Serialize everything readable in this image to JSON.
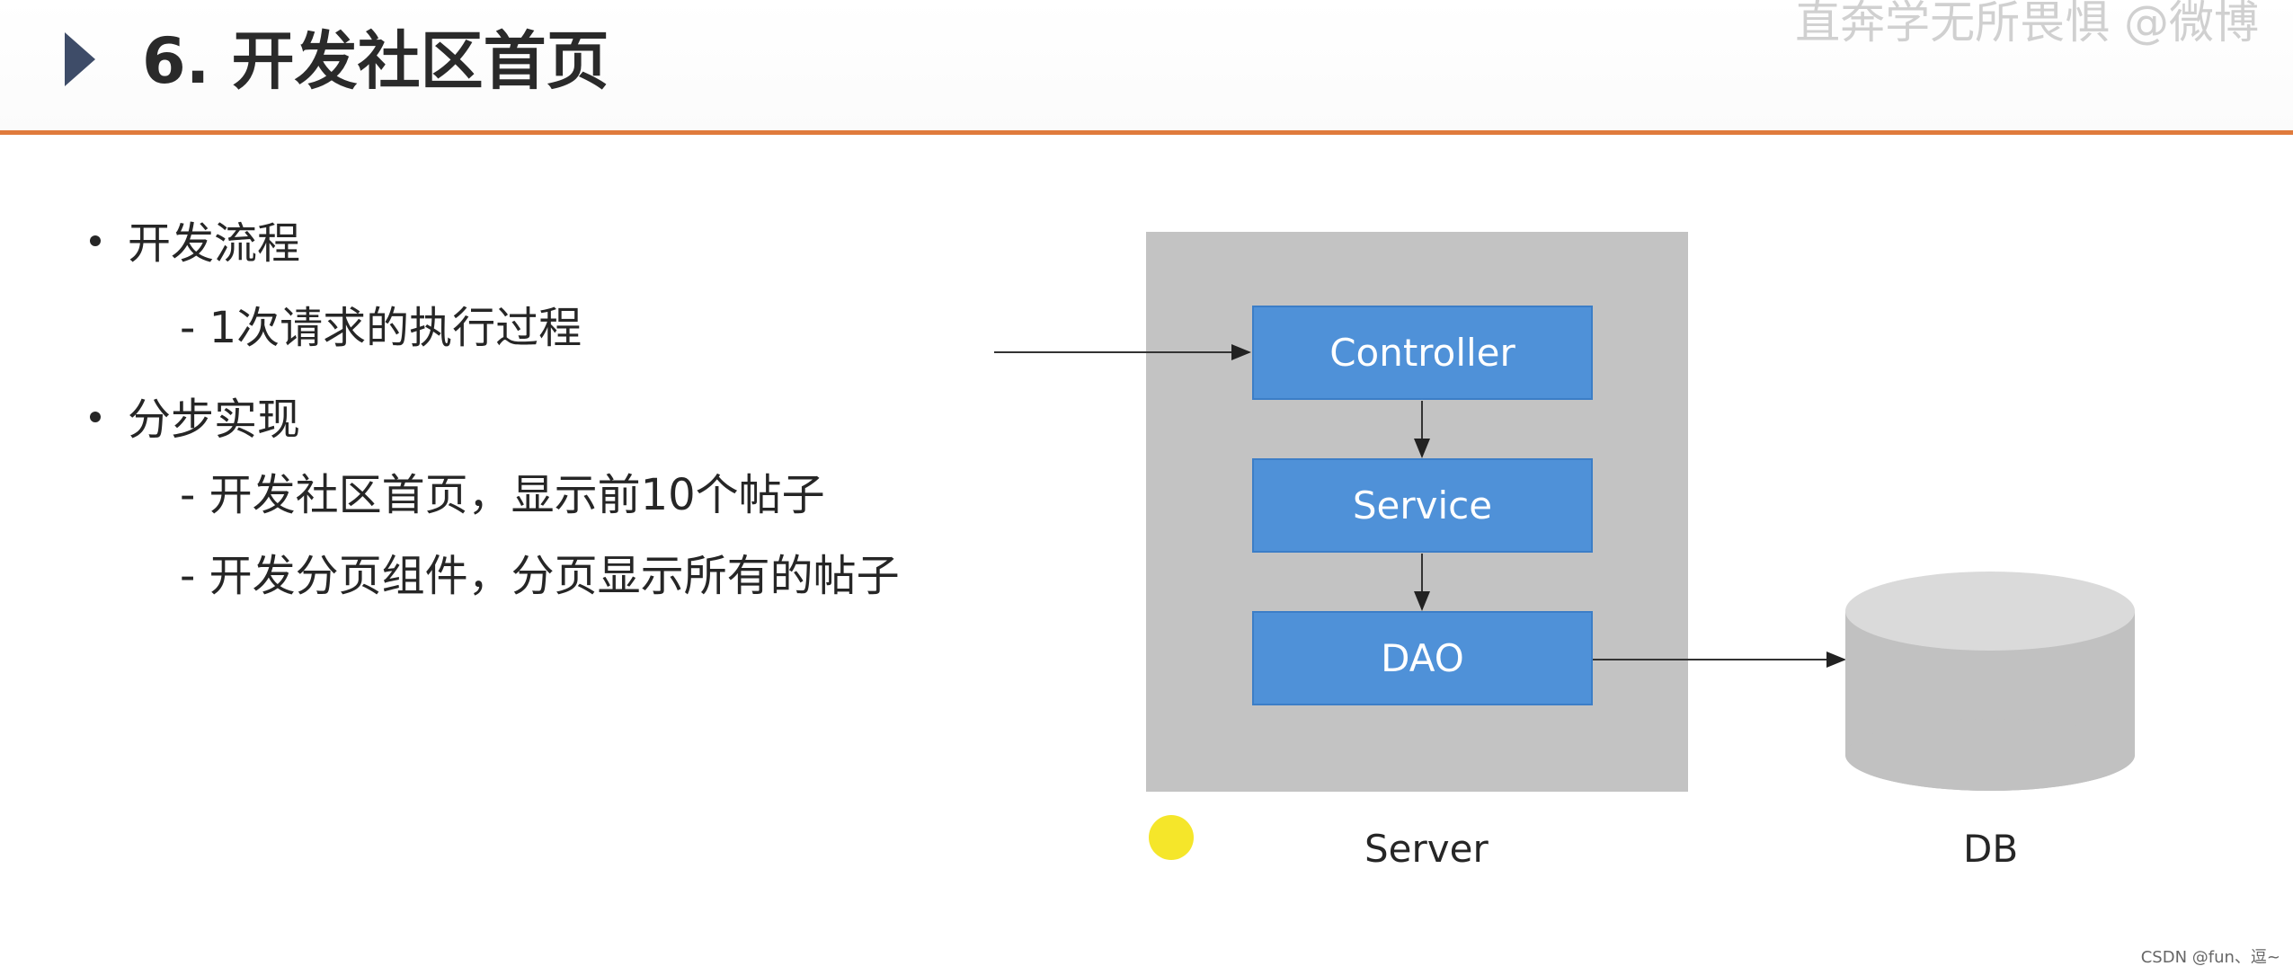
{
  "header": {
    "title": "6. 开发社区首页",
    "watermark": "直奔学无所畏惧 @微博"
  },
  "content": {
    "bullets": [
      {
        "label": "开发流程",
        "children": [
          "- 1次请求的执行过程"
        ]
      },
      {
        "label": "分步实现",
        "children": [
          "- 开发社区首页，显示前10个帖子",
          "- 开发分页组件，分页显示所有的帖子"
        ]
      }
    ]
  },
  "diagram": {
    "layers": [
      "Controller",
      "Service",
      "DAO"
    ],
    "server_label": "Server",
    "db_label": "DB",
    "colors": {
      "server_box": "#c3c3c3",
      "layer_fill": "#4f91d8",
      "db_fill": "#c3c3c3",
      "accent_rule": "#e07b3c"
    }
  },
  "footer": {
    "watermark": "CSDN @fun、逗~"
  }
}
